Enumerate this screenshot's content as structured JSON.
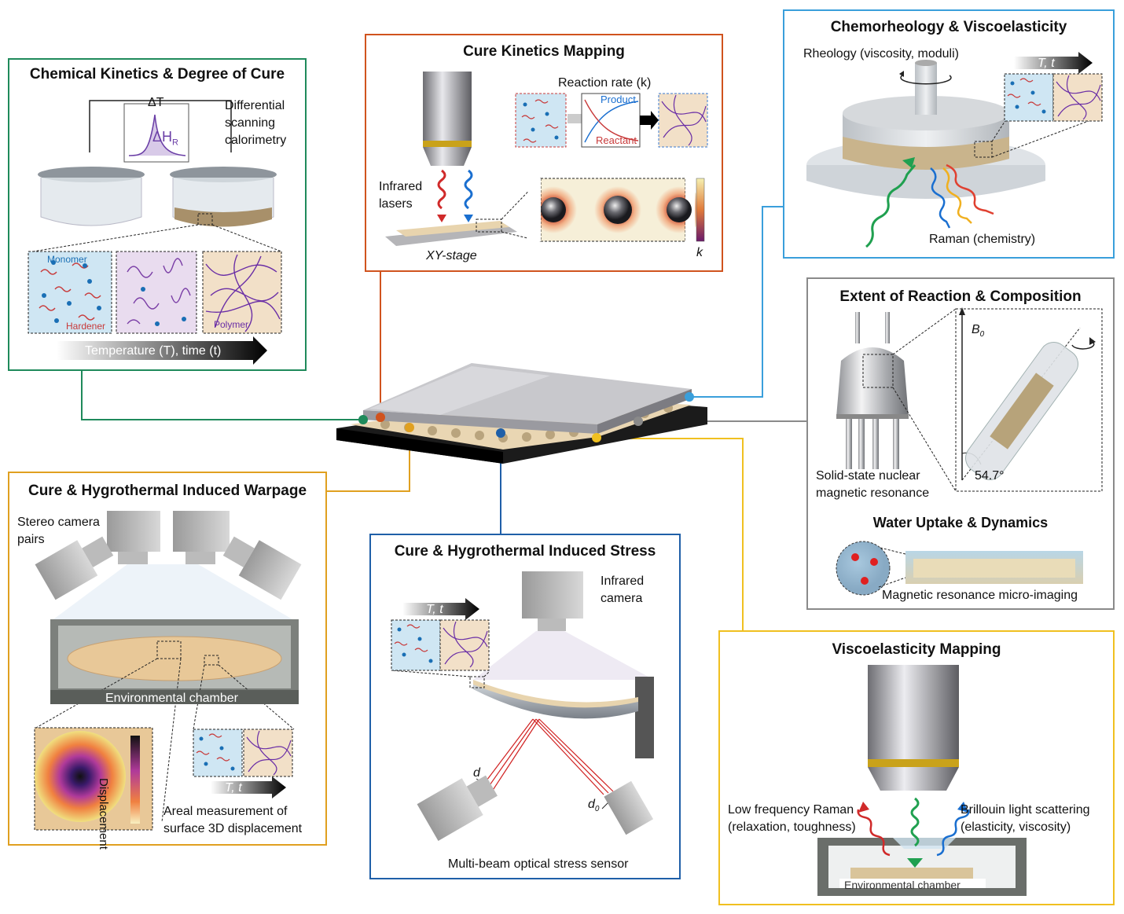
{
  "panels": {
    "chemical": {
      "title": "Chemical Kinetics & Degree of Cure",
      "delta_t": "ΔT",
      "delta_h": "ΔH",
      "delta_h_sub": "R",
      "instrument_line1": "Differential",
      "instrument_line2": "scanning",
      "instrument_line3": "calorimetry",
      "monomer": "Monomer",
      "hardener": "Hardener",
      "polymer": "Polymer",
      "arrow_label": "Temperature (T), time (t)",
      "color": "#1f8a5b"
    },
    "cure_mapping": {
      "title": "Cure Kinetics Mapping",
      "reaction_rate": "Reaction rate (k)",
      "product": "Product",
      "reactant": "Reactant",
      "infrared_line1": "Infrared",
      "infrared_line2": "lasers",
      "stage": "XY-stage",
      "k": "k",
      "color": "#d0531e"
    },
    "chemorheology": {
      "title": "Chemorheology & Viscoelasticity",
      "rheology": "Rheology (viscosity, moduli)",
      "arrow_label": "T, t",
      "raman": "Raman (chemistry)",
      "color": "#3a9fdb"
    },
    "extent": {
      "title": "Extent of Reaction & Composition",
      "b0": "B",
      "b0_sub": "0",
      "angle": "54.7°",
      "nmr_line1": "Solid-state nuclear",
      "nmr_line2": "magnetic resonance",
      "water_title": "Water Uptake & Dynamics",
      "mri": "Magnetic resonance micro-imaging",
      "color": "#8a8a8a"
    },
    "warpage": {
      "title": "Cure & Hygrothermal Induced Warpage",
      "stereo_line1": "Stereo camera",
      "stereo_line2": "pairs",
      "chamber": "Environmental chamber",
      "displacement": "Displacement",
      "arrow_label": "T, t",
      "areal_line1": "Areal measurement of",
      "areal_line2": "surface 3D displacement",
      "color": "#e0a020"
    },
    "stress": {
      "title": "Cure & Hygrothermal Induced Stress",
      "ir_line1": "Infrared",
      "ir_line2": "camera",
      "arrow_label": "T, t",
      "d": "d",
      "d0": "d",
      "d0_sub": "0",
      "sensor": "Multi-beam optical stress sensor",
      "color": "#1f5fa8"
    },
    "visco_mapping": {
      "title": "Viscoelasticity Mapping",
      "raman_line1": "Low frequency Raman",
      "raman_line2": "(relaxation, toughness)",
      "brillouin_line1": "Brillouin light scattering",
      "brillouin_line2": "(elasticity, viscosity)",
      "chamber": "Environmental chamber",
      "color": "#f0c020"
    }
  }
}
